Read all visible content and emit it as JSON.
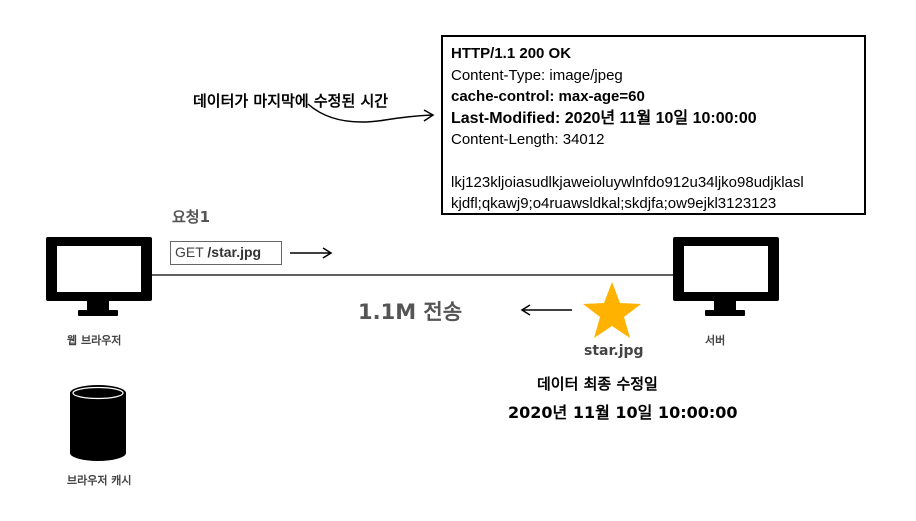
{
  "response": {
    "status_line": "HTTP/1.1 200 OK",
    "content_type": "Content-Type: image/jpeg",
    "cache_control": "cache-control: max-age=60",
    "last_modified": "Last-Modified: 2020년 11월 10일 10:00:00",
    "content_length": "Content-Length: 34012",
    "body_line1": "lkj123kljoiasudlkjaweioluywlnfdo912u34ljko98udjklasl",
    "body_line2": "kjdfl;qkawj9;o4ruawsldkal;skdjfa;ow9ejkl3123123"
  },
  "annotation": {
    "text": "데이터가 마지막에 수정된 시간"
  },
  "request": {
    "title": "요청1",
    "method": "GET ",
    "path": "/star.jpg"
  },
  "transfer": {
    "label": "1.1M 전송"
  },
  "browser": {
    "label": "웹 브라우저"
  },
  "server": {
    "label": "서버"
  },
  "cache": {
    "label": "브라우저 캐시"
  },
  "resource": {
    "name": "star.jpg",
    "modified_label": "데이터 최종 수정일",
    "modified_date": "2020년 11월 10일 10:00:00"
  },
  "colors": {
    "star": "#FFB300",
    "line": "#000000"
  }
}
